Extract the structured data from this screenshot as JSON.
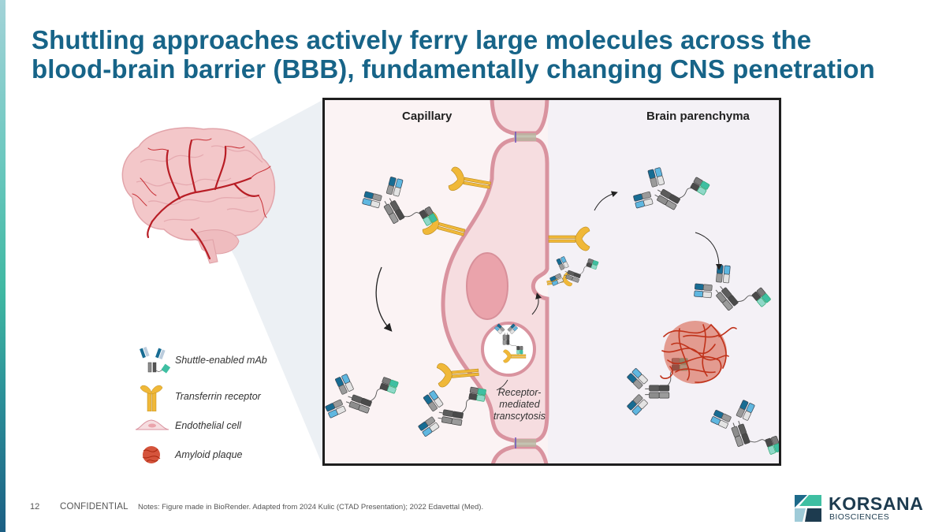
{
  "slide": {
    "title_lines": [
      "Shuttling approaches actively ferry large molecules across the",
      "blood-brain barrier (BBB), fundamentally changing CNS penetration"
    ],
    "accent_colors": {
      "title": "#176488",
      "stripe_top": "#a3d3d8",
      "stripe_mid": "#3fb8a2",
      "stripe_bottom": "#1c5f84"
    }
  },
  "figure": {
    "left_compartment_label": "Capillary",
    "right_compartment_label": "Brain parenchyma",
    "process_label_lines": [
      "Receptor-",
      "mediated",
      "transcytosis"
    ],
    "colors": {
      "capillary_bg": "#fbf3f4",
      "parenchyma_bg": "#f4f1f6",
      "endothelial_cell": "#f6dde0",
      "cell_membrane": "#d9939f",
      "nucleus": "#eaa3ab",
      "receptor": "#f0b838",
      "plaque": "#c0321a"
    },
    "icons": [
      "brain-icon",
      "endothelial-cell-icon",
      "transferrin-receptor-icon",
      "shuttle-antibody-icon",
      "amyloid-plaque-icon",
      "tight-junction-icon",
      "arrow-icon"
    ]
  },
  "legend": {
    "items": [
      {
        "icon": "shuttle-antibody-icon",
        "label": "Shuttle-enabled mAb"
      },
      {
        "icon": "transferrin-receptor-icon",
        "label": "Transferrin receptor"
      },
      {
        "icon": "endothelial-cell-icon",
        "label": "Endothelial cell"
      },
      {
        "icon": "amyloid-plaque-icon",
        "label": "Amyloid plaque"
      }
    ]
  },
  "footer": {
    "page_number": "12",
    "confidentiality": "CONFIDENTIAL",
    "notes": "Notes: Figure made in BioRender. Adapted from 2024 Kulic (CTAD Presentation); 2022 Edavettal (Med)."
  },
  "logo": {
    "name": "KORSANA",
    "subtitle": "BIOSCIENCES"
  }
}
